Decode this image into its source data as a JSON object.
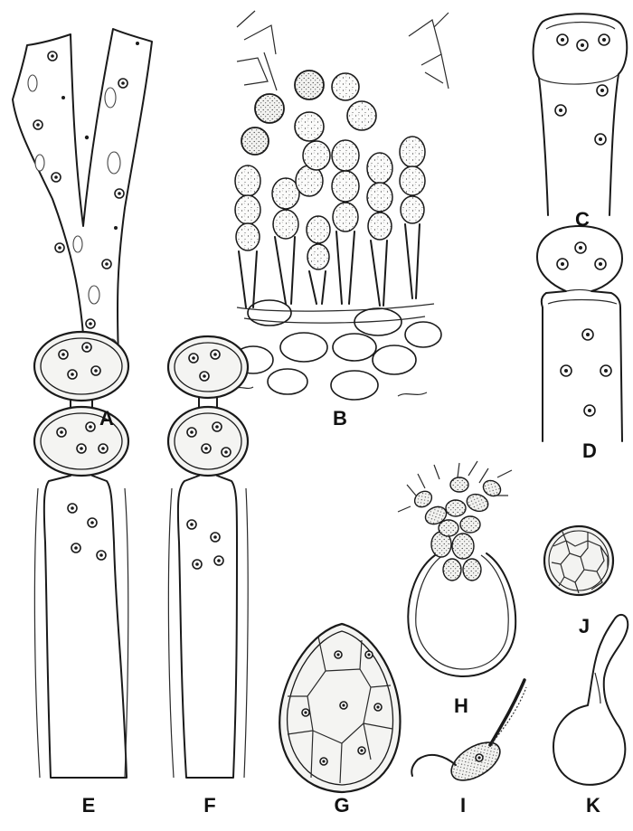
{
  "panels": [
    {
      "id": "A",
      "label": "A"
    },
    {
      "id": "B",
      "label": "B"
    },
    {
      "id": "C",
      "label": "C"
    },
    {
      "id": "D",
      "label": "D"
    },
    {
      "id": "E",
      "label": "E"
    },
    {
      "id": "F",
      "label": "F"
    },
    {
      "id": "G",
      "label": "G"
    },
    {
      "id": "H",
      "label": "H"
    },
    {
      "id": "I",
      "label": "I"
    },
    {
      "id": "J",
      "label": "J"
    },
    {
      "id": "K",
      "label": "K"
    }
  ]
}
